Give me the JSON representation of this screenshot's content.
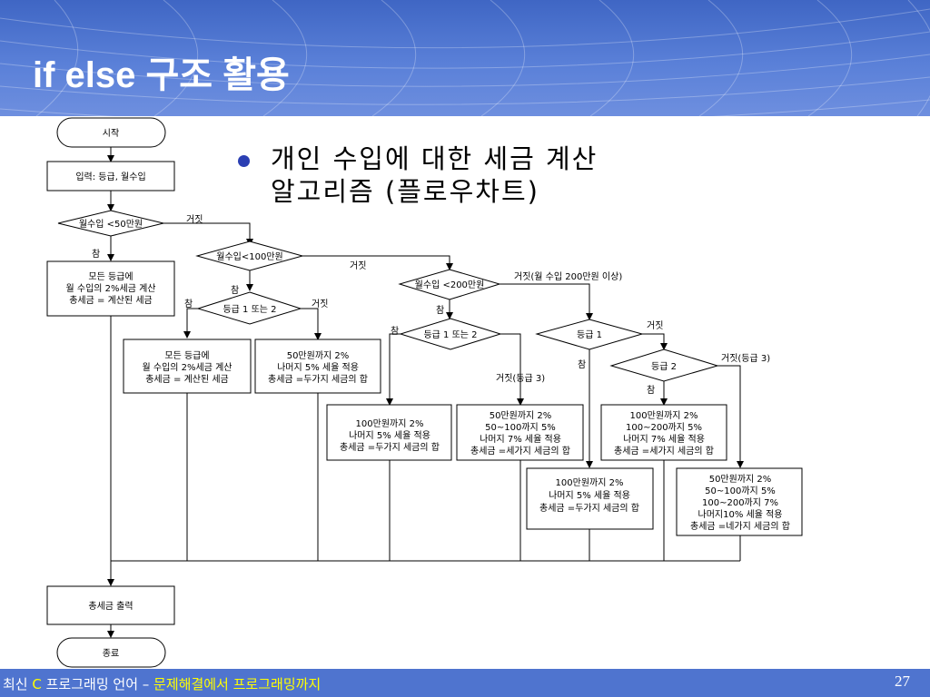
{
  "slide": {
    "title": "if else 구조 활용",
    "bullet_lines": [
      "개인 수입에 대한 세금 계산",
      "알고리즘 (플로우차트)"
    ],
    "footer": {
      "prefix": "최신 ",
      "c_letter": "C",
      "middle": " 프로그래밍 언어 – ",
      "highlight": "문제해결에서 프로그래밍까지"
    },
    "page_number": "27",
    "colors": {
      "header": "#4f74cf",
      "footer": "#4f74cf",
      "bullet": "#2b3fb3",
      "footer_highlight": "#ffff00"
    }
  },
  "flowchart": {
    "start": "시작",
    "input": "입력: 등급, 월수입",
    "d1": "월수입 <50만원",
    "d2": "월수입<100만원",
    "d3": "월수입 <200만원",
    "d4": "등급 1 또는 2",
    "d5": "등급 1 또는 2",
    "d6": "등급 1",
    "d7": "등급 2",
    "p1": [
      "모든 등급에",
      "월 수입의 2%세금 계산",
      "총세금 = 계산된 세금"
    ],
    "p2": [
      "모든 등급에",
      "월 수입의 2%세금 계산",
      "총세금 = 계산된 세금"
    ],
    "p3": [
      "50만원까지 2%",
      "나머지 5% 세율 적용",
      "총세금 =두가지 세금의 합"
    ],
    "p4": [
      "100만원까지 2%",
      "나머지 5% 세율 적용",
      "총세금 =두가지 세금의 합"
    ],
    "p5": [
      "50만원까지 2%",
      "50~100까지 5%",
      "나머지 7% 세율 적용",
      "총세금 =세가지 세금의 합"
    ],
    "p6": [
      "100만원까지 2%",
      "나머지 5% 세율 적용",
      "총세금 =두가지 세금의 합"
    ],
    "p7": [
      "100만원까지 2%",
      "100~200까지 5%",
      "나머지 7% 세율 적용",
      "총세금 =세가지 세금의 합"
    ],
    "p8": [
      "50만원까지 2%",
      "50~100까지 5%",
      "100~200까지 7%",
      "나머지10% 세율 적용",
      "총세금 =네가지 세금의 합"
    ],
    "output": "총세금 출력",
    "end": "종료",
    "labels": {
      "true": "참",
      "false": "거짓",
      "false_over200": "거짓(월 수입 200만원 이상)",
      "false_grade3": "거짓(등급 3)"
    }
  }
}
